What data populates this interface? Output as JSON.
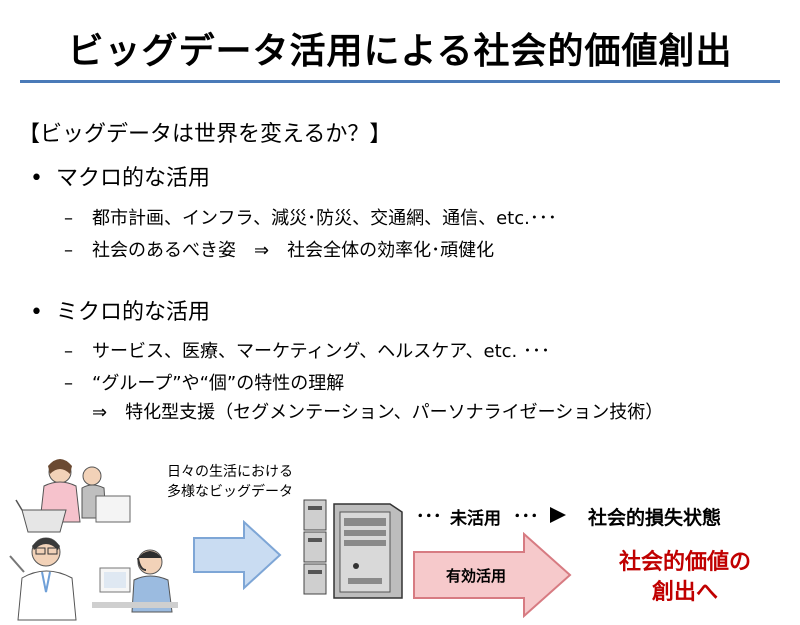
{
  "slide": {
    "title": "ビッグデータ活用による社会的価値創出",
    "question": "【ビッグデータは世界を変えるか？】",
    "bullets": [
      {
        "marker": "•",
        "label": "マクロ的な活用",
        "items": [
          "都市計画、インフラ、減災･防災、交通網、通信、etc.･･･",
          "社会のあるべき姿　⇒　社会全体の効率化･頑健化"
        ]
      },
      {
        "marker": "•",
        "label": "ミクロ的な活用",
        "items": [
          "サービス、医療、マーケティング、ヘルスケア、etc. ･･･",
          "“グループ”や“個”の特性の理解"
        ],
        "continuation": "⇒　特化型支援（セグメンテーション、パーソナライゼーション技術）"
      }
    ],
    "dash": "–"
  },
  "diagram": {
    "caption_line1": "日々の生活における",
    "caption_line2": "多様なビッグデータ",
    "unused_label": "未活用",
    "dots": "･･･",
    "loss_state": "社会的損失状態",
    "effective_label": "有効活用",
    "value_line1": "社会的価値の",
    "value_line2": "創出へ",
    "colors": {
      "rule": "#4a7ab8",
      "blue_arrow": "#c9dcf2",
      "pink_arrow": "#f6c9cb",
      "value_text": "#c00000"
    }
  }
}
